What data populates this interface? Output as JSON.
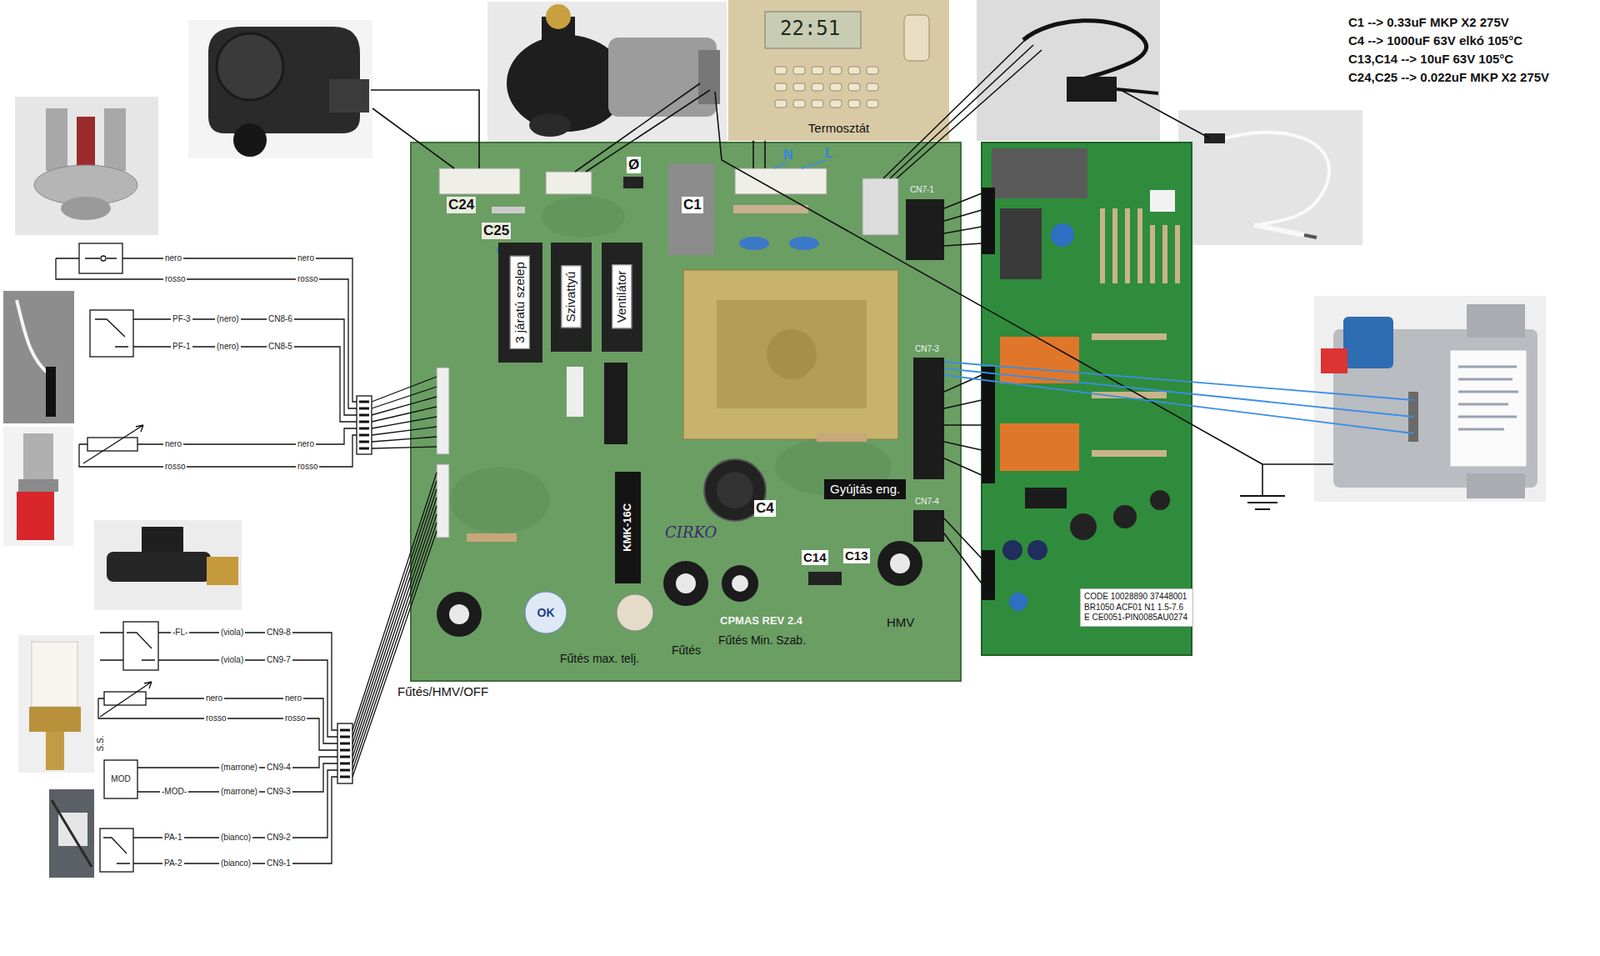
{
  "diagram": {
    "nodes": [
      {
        "text": [
          "Termosztát"
        ]
      },
      {
        "text": [
          "CPMAS REV 2.4"
        ]
      },
      {
        "text": [
          "3 járatú szelep"
        ],
        "in": 1
      },
      {
        "text": [
          "Szivattyú"
        ],
        "in": 1
      },
      {
        "text": [
          "Ventilátor"
        ],
        "in": 1
      },
      {
        "text": [
          "Gyújtás eng."
        ],
        "in": 1
      },
      {
        "text": [
          "CODE 10028890 37448001 BR1050 ACF01 N1 1.5-7.6 E CE0051-PIN0085AU0274"
        ]
      }
    ],
    "edges": [
      {
        "from": 0,
        "to": 1,
        "arrow": "none"
      }
    ],
    "labels": [
      "C1 --> 0.33uF MKP X2 275V",
      "C4 --> 1000uF 63V elkó 105°C",
      "C13,C14 --> 10uF 63V 105°C",
      "C24,C25 --> 0.022uF MKP X2 275V",
      "22:51",
      "C24",
      "C25",
      "Ø",
      "C1",
      "N",
      "L",
      "CN7-1",
      "CN7-3",
      "C4",
      "CN7-4",
      "KMK-16C",
      "CIRKO",
      "C14",
      "C13",
      "OK",
      "HMV",
      "Fűtés Min. Szab.",
      "Fűtés",
      "Fűtés max. telj.",
      "Fűtés/HMV/OFF",
      "nero",
      "nero",
      "rosso",
      "rosso",
      "PF-3",
      "(nero)",
      "CN8-6",
      "PF-1",
      "(nero)",
      "CN8-5",
      "nero",
      "nero",
      "rosso",
      "rosso",
      "-FL-",
      "(viola)",
      "CN9-8",
      "(viola)",
      "CN9-7",
      "nero",
      "nero",
      "rosso",
      "rosso",
      "S.S.",
      "(marrone)",
      "CN9-4",
      "-MOD-",
      "(marrone)",
      "CN9-3",
      "MOD",
      "PA-1",
      "(bianco)",
      "CN9-2",
      "PA-2",
      "(bianco)",
      "CN9-1"
    ]
  }
}
